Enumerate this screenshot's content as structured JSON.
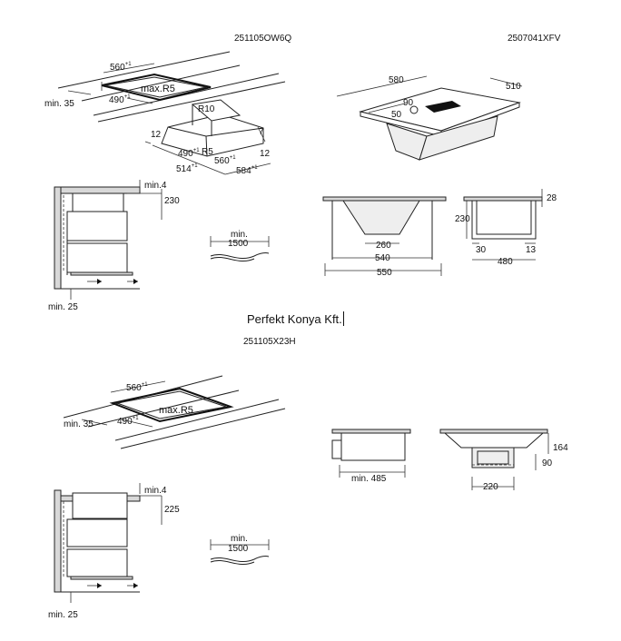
{
  "codes": {
    "hob_top": "251105OW6Q",
    "hood_top": "2507041XFV",
    "hob_bottom": "251105X23H"
  },
  "company": "Perfekt Konya Kft.",
  "top_left": {
    "cutout_width": "560",
    "cutout_width_tol": "+1",
    "cutout_depth": "490",
    "cutout_depth_tol": "+1",
    "radius": "max.R5",
    "edge_min": "min. 35",
    "frame_depth": "12",
    "frame_radius_outer": "R10",
    "frame_height": "7",
    "frame_side": "12",
    "frame_490": "490",
    "frame_490_tol": "+1",
    "frame_r5": "R5",
    "frame_560": "560",
    "frame_560_tol": "+1",
    "frame_514": "514",
    "frame_514_tol": "+1",
    "frame_584": "584",
    "frame_584_tol": "+1",
    "section_min4": "min.4",
    "section_height": "230",
    "section_min25": "min. 25",
    "cable_min": "min.",
    "cable_len": "1500"
  },
  "top_right": {
    "width": "580",
    "depth": "510",
    "angle_90": "90",
    "dim_50": "50",
    "top_28": "28",
    "height_230": "230",
    "base_260": "260",
    "base_540": "540",
    "base_550": "550",
    "side_30": "30",
    "side_13": "13",
    "side_480": "480"
  },
  "bottom_left": {
    "cutout_width": "560",
    "cutout_width_tol": "+1",
    "cutout_depth": "490",
    "cutout_depth_tol": "+1",
    "radius": "max.R5",
    "edge_min": "min. 35",
    "section_min4": "min.4",
    "section_height": "225",
    "section_min25": "min. 25",
    "cable_min": "min.",
    "cable_len": "1500"
  },
  "bottom_right": {
    "min_485": "min. 485",
    "dim_164": "164",
    "dim_90": "90",
    "dim_220": "220"
  }
}
